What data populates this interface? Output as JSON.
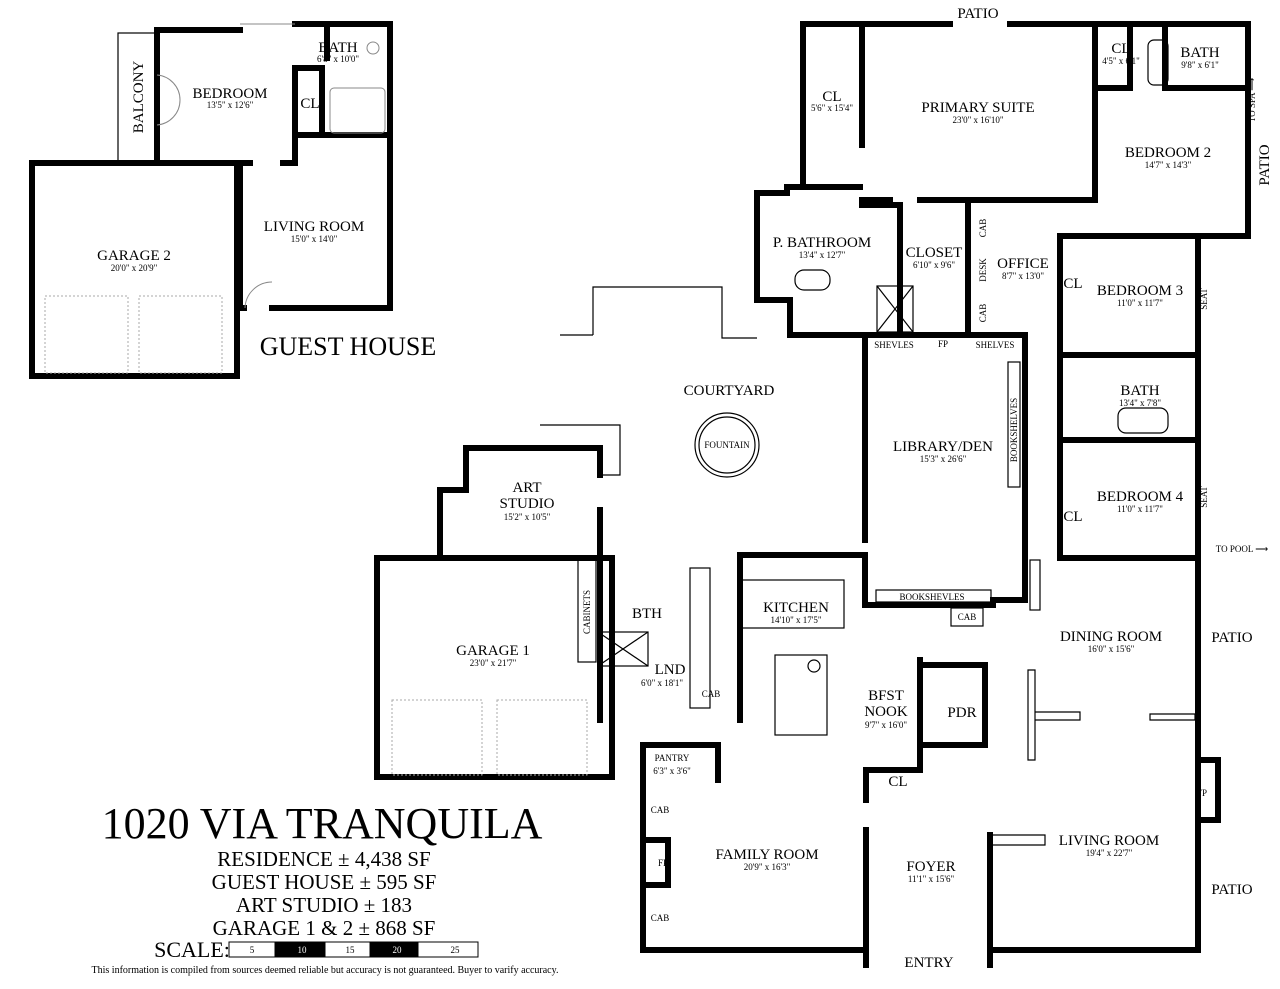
{
  "title": "1020 VIA TRANQUILA",
  "summary": [
    "RESIDENCE ± 4,438 SF",
    "GUEST HOUSE ± 595 SF",
    "ART STUDIO ± 183",
    "GARAGE 1 & 2 ± 868 SF"
  ],
  "scale": {
    "label": "SCALE:",
    "ticks": [
      "5",
      "10",
      "15",
      "20",
      "25"
    ]
  },
  "disclaimer": "This information is compiled from sources deemed reliable but accuracy is not guaranteed. Buyer to varify accuracy.",
  "guest_house": {
    "heading": "GUEST HOUSE",
    "balcony": "BALCONY",
    "bedroom": {
      "name": "BEDROOM",
      "dim": "13'5\" x 12'6\""
    },
    "bath": {
      "name": "BATH",
      "dim": "6'8\" x 10'0\""
    },
    "closet": "CL",
    "living": {
      "name": "LIVING ROOM",
      "dim": "15'0\" x 14'0\""
    },
    "garage": {
      "name": "GARAGE 2",
      "dim": "20'0\" x 20'9\""
    }
  },
  "rooms": {
    "patio_top": "PATIO",
    "cl_primary": {
      "name": "CL",
      "dim": "5'6\" x 15'4\""
    },
    "primary_suite": {
      "name": "PRIMARY SUITE",
      "dim": "23'0\" x 16'10\""
    },
    "cl_b2": {
      "name": "CL",
      "dim": "4'5\" x 6'1\""
    },
    "bath_b2": {
      "name": "BATH",
      "dim": "9'8\" x 6'1\""
    },
    "to_spa": "TO SPA ⟶",
    "patio_b2": "PATIO",
    "bedroom2": {
      "name": "BEDROOM 2",
      "dim": "14'7\" x 14'3\""
    },
    "p_bathroom": {
      "name": "P. BATHROOM",
      "dim": "13'4\" x 12'7\""
    },
    "closet": {
      "name": "CLOSET",
      "dim": "6'10\" x 9'6\""
    },
    "office": {
      "name": "OFFICE",
      "dim": "8'7\" x 13'0\""
    },
    "office_cab1": "CAB",
    "office_desk": "DESK",
    "office_cab2": "CAB",
    "shelves_l": "SHEVLES",
    "fp_lib": "FP",
    "shelves_r": "SHELVES",
    "bedroom3": {
      "name": "BEDROOM 3",
      "dim": "11'0\" x 11'7\"",
      "cl": "CL",
      "seat": "SEAT"
    },
    "bath3": {
      "name": "BATH",
      "dim": "13'4\" x 7'8\""
    },
    "bedroom4": {
      "name": "BEDROOM 4",
      "dim": "11'0\" x 11'7\"",
      "cl": "CL",
      "seat": "SEAT"
    },
    "to_pool": "TO POOL ⟶",
    "courtyard": "COURTYARD",
    "fountain": "FOUNTAIN",
    "library": {
      "name": "LIBRARY/DEN",
      "dim": "15'3\" x 26'6\"",
      "bookshelves_side": "BOOKSHELVES",
      "bookshelves_bottom": "BOOKSHEVLES"
    },
    "art_studio": {
      "name1": "ART",
      "name2": "STUDIO",
      "dim": "15'2\" x 10'5\""
    },
    "garage1": {
      "name": "GARAGE 1",
      "dim": "23'0\" x 21'7\""
    },
    "cabinets": "CABINETS",
    "bth": "BTH",
    "lnd": {
      "name": "LND",
      "dim": "6'0\" x 18'1\"",
      "cab": "CAB"
    },
    "kitchen": {
      "name": "KITCHEN",
      "dim": "14'10\" x 17'5\"",
      "cab": "CAB"
    },
    "dining": {
      "name": "DINING ROOM",
      "dim": "16'0\" x 15'6\""
    },
    "patio_dining": "PATIO",
    "bfst": {
      "name1": "BFST",
      "name2": "NOOK",
      "dim": "9'7\" x 16'0\""
    },
    "pdr": "PDR",
    "pantry": {
      "name": "PANTRY",
      "dim": "6'3\" x 3'6\""
    },
    "cl_foyer": "CL",
    "fp_living": "FP",
    "living": {
      "name": "LIVING ROOM",
      "dim": "19'4\" x 22'7\""
    },
    "patio_living": "PATIO",
    "family": {
      "name": "FAMILY ROOM",
      "dim": "20'9\" x 16'3\"",
      "cab1": "CAB",
      "fp": "FP",
      "cab2": "CAB"
    },
    "foyer": {
      "name": "FOYER",
      "dim": "11'1\" x 15'6\""
    },
    "entry": "ENTRY"
  }
}
